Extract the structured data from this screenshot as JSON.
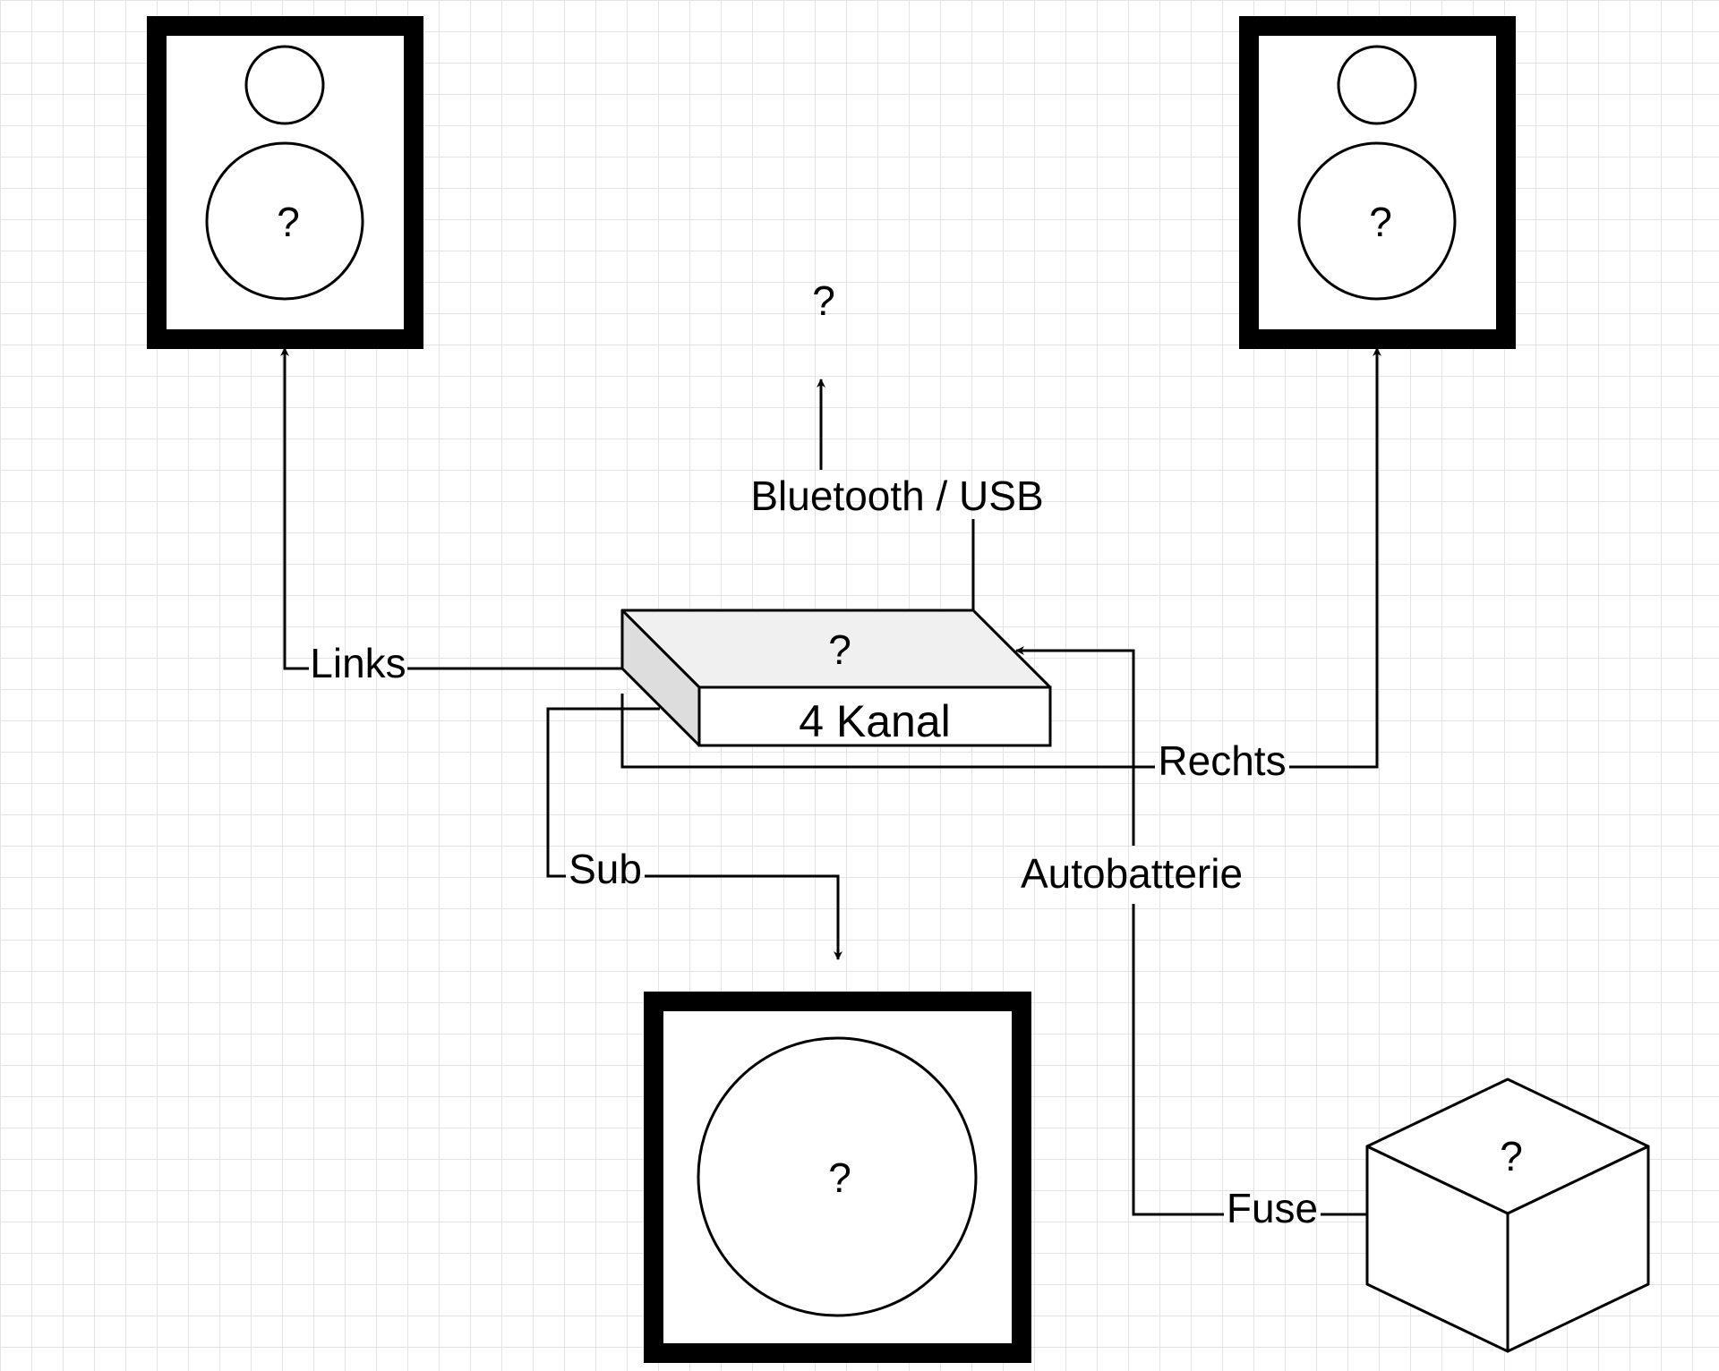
{
  "nodes": {
    "speaker_left": {
      "label": "?"
    },
    "speaker_right": {
      "label": "?"
    },
    "source": {
      "label": "?"
    },
    "amplifier": {
      "top_label": "?",
      "front_label": "4 Kanal"
    },
    "subwoofer": {
      "label": "?"
    },
    "battery": {
      "label": "?"
    }
  },
  "edges": {
    "bluetooth_usb": "Bluetooth / USB",
    "links": "Links",
    "rechts": "Rechts",
    "sub": "Sub",
    "autobatterie": "Autobatterie",
    "fuse": "Fuse"
  }
}
